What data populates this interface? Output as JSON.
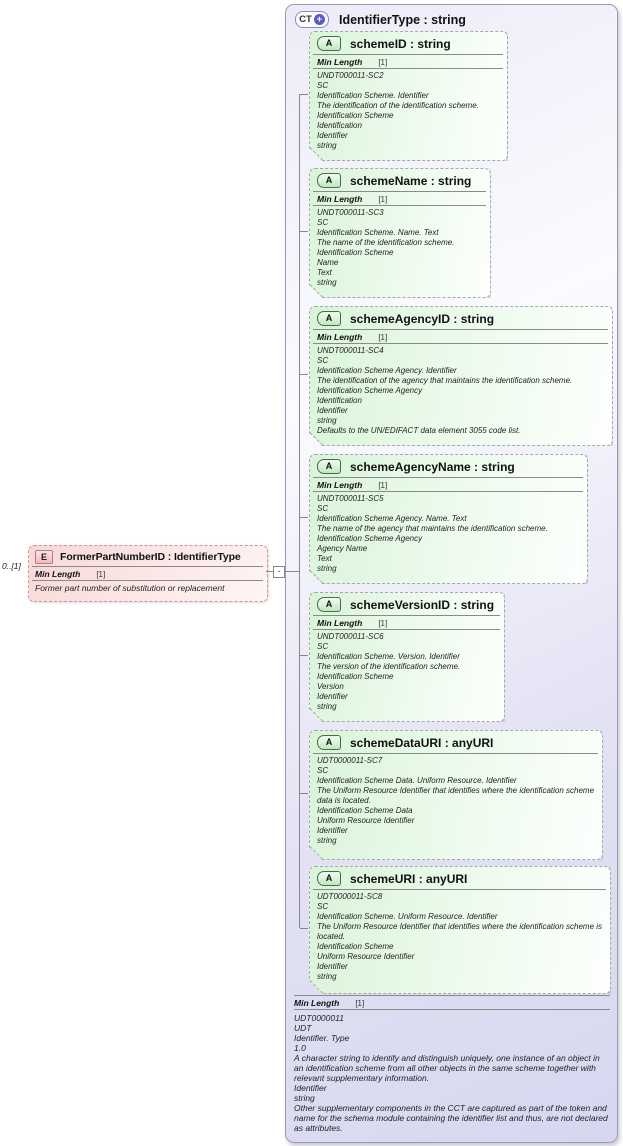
{
  "palette": {
    "complex-fill": "#d6d6ef",
    "attribute-fill": "#d9f4d9",
    "element-fill": "#fbe3e3",
    "connector": "#888888"
  },
  "complex_type": {
    "icon": "CT",
    "expand_symbol": "+",
    "title": "IdentifierType : string",
    "attribute_icon": "A",
    "attributes": [
      {
        "title": "schemeID : string",
        "facet_label": "Min Length",
        "facet_value": "[1]",
        "facts": [
          "UNDT000011-SC2",
          "SC",
          "Identification Scheme. Identifier",
          "The identification of the identification scheme.",
          "Identification Scheme",
          "Identification",
          "Identifier",
          "string"
        ]
      },
      {
        "title": "schemeName : string",
        "facet_label": "Min Length",
        "facet_value": "[1]",
        "facts": [
          "UNDT000011-SC3",
          "SC",
          "Identification Scheme. Name. Text",
          "The name of the identification scheme.",
          "Identification Scheme",
          "Name",
          "Text",
          "string"
        ]
      },
      {
        "title": "schemeAgencyID : string",
        "facet_label": "Min Length",
        "facet_value": "[1]",
        "facts": [
          "UNDT000011-SC4",
          "SC",
          "Identification Scheme Agency. Identifier",
          "The identification of the agency that maintains the identification scheme.",
          "Identification Scheme Agency",
          "Identification",
          "Identifier",
          "string",
          "Defaults to the UN/EDIFACT data element 3055 code list."
        ]
      },
      {
        "title": "schemeAgencyName : string",
        "facet_label": "Min Length",
        "facet_value": "[1]",
        "facts": [
          "UNDT000011-SC5",
          "SC",
          "Identification Scheme Agency. Name. Text",
          "The name of the agency that maintains the identification scheme.",
          "Identification Scheme Agency",
          "Agency Name",
          "Text",
          "string"
        ]
      },
      {
        "title": "schemeVersionID : string",
        "facet_label": "Min Length",
        "facet_value": "[1]",
        "facts": [
          "UNDT000011-SC6",
          "SC",
          "Identification Scheme. Version. Identifier",
          "The version of the identification scheme.",
          "Identification Scheme",
          "Version",
          "Identifier",
          "string"
        ]
      },
      {
        "title": "schemeDataURI : anyURI",
        "facet_label": null,
        "facet_value": null,
        "facts": [
          "UDT0000011-SC7",
          "SC",
          "Identification Scheme Data. Uniform Resource. Identifier",
          "The Uniform Resource Identifier that identifies where the identification scheme data is located.",
          "Identification Scheme Data",
          "Uniform Resource Identifier",
          "Identifier",
          "string"
        ]
      },
      {
        "title": "schemeURI : anyURI",
        "facet_label": null,
        "facet_value": null,
        "facts": [
          "UDT0000011-SC8",
          "SC",
          "Identification Scheme. Uniform Resource. Identifier",
          "The Uniform Resource Identifier that identifies where the identification scheme is located.",
          "Identification Scheme",
          "Uniform Resource Identifier",
          "Identifier",
          "string"
        ]
      }
    ],
    "footer": {
      "facet_label": "Min Length",
      "facet_value": "[1]",
      "facts": [
        "UDT0000011",
        "UDT",
        "Identifier. Type",
        "1.0",
        "A character string to identify and distinguish uniquely, one instance of an object in an identification scheme from all other objects in the same scheme together with relevant supplementary information.",
        "Identifier",
        "string",
        "Other supplementary components in the CCT are captured as part of the token and name for the schema module containing the identifier list and thus, are not declared as attributes."
      ]
    }
  },
  "element": {
    "icon": "E",
    "cardinality": "0..[1]",
    "title": "FormerPartNumberID : IdentifierType",
    "facet_label": "Min Length",
    "facet_value": "[1]",
    "annotation": "Former part number of substitution or replacement"
  },
  "connector": {
    "collapse_symbol": "-"
  }
}
